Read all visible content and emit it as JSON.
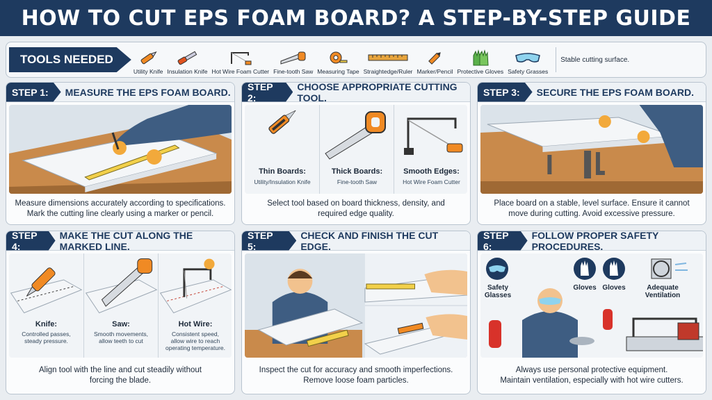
{
  "title": "HOW TO CUT EPS FOAM BOARD? A STEP-BY-STEP GUIDE",
  "tools": {
    "label": "TOOLS NEEDED",
    "items": [
      "Utility Knife",
      "Insulation Knife",
      "Hot Wire Foam Cutter",
      "Fine-tooth Saw",
      "Measuring Tape",
      "Straightedge/Ruler",
      "Marker/Pencil",
      "Protective Gloves",
      "Safety Grasses"
    ],
    "extra": "Stable cutting surface."
  },
  "steps": [
    {
      "tag": "STEP 1:",
      "title": "MEASURE THE EPS FOAM BOARD.",
      "caption1": "Measure dimensions accurately according to specifications.",
      "caption2": "Mark the cutting line clearly using a marker or pencil."
    },
    {
      "tag": "STEP 2:",
      "title": "CHOOSE APPROPRIATE CUTTING TOOL.",
      "caption1": "Select tool based on board thickness, density, and",
      "caption2": "required edge quality.",
      "subs": [
        {
          "label": "Thin Boards:",
          "note": "Utility/Insulation Knife"
        },
        {
          "label": "Thick Boards:",
          "note": "Fine-tooth Saw"
        },
        {
          "label": "Smooth Edges:",
          "note": "Hot Wire Foam Cutter"
        }
      ]
    },
    {
      "tag": "STEP 3:",
      "title": "SECURE THE EPS FOAM BOARD.",
      "caption1": "Place board on a stable, level surface. Ensure it cannot",
      "caption2": "move during cutting. Avoid excessive pressure."
    },
    {
      "tag": "STEP 4:",
      "title": "MAKE THE CUT ALONG THE MARKED LINE.",
      "caption1": "Align tool with the line and cut steadily without",
      "caption2": "forcing the blade.",
      "subs": [
        {
          "label": "Knife:",
          "note1": "Controlled passes,",
          "note2": "steady pressure."
        },
        {
          "label": "Saw:",
          "note1": "Smooth movements,",
          "note2": "allow teeth to cut"
        },
        {
          "label": "Hot Wire:",
          "note1": "Consistent speed,",
          "note2": "allow wire to reach",
          "note3": "operating temperature."
        }
      ]
    },
    {
      "tag": "STEP 5:",
      "title": "CHECK AND FINISH THE CUT EDGE.",
      "caption1": "Inspect the cut for accuracy and smooth imperfections.",
      "caption2": "Remove loose foam particles."
    },
    {
      "tag": "STEP 6:",
      "title": "FOLLOW PROPER SAFETY PROCEDURES.",
      "caption1": "Always use personal protective equipment.",
      "caption2": "Maintain ventilation, especially with hot wire cutters.",
      "safety": {
        "glasses1": "Safety",
        "glasses2": "Glasses",
        "gloves_a": "Gloves",
        "gloves_b": "Gloves",
        "vent1": "Adequate",
        "vent2": "Ventilation"
      }
    }
  ],
  "colors": {
    "navy": "#1e3a5f",
    "orange": "#f08a24",
    "foam": "#f4f6f8",
    "wood": "#c98a4b"
  }
}
